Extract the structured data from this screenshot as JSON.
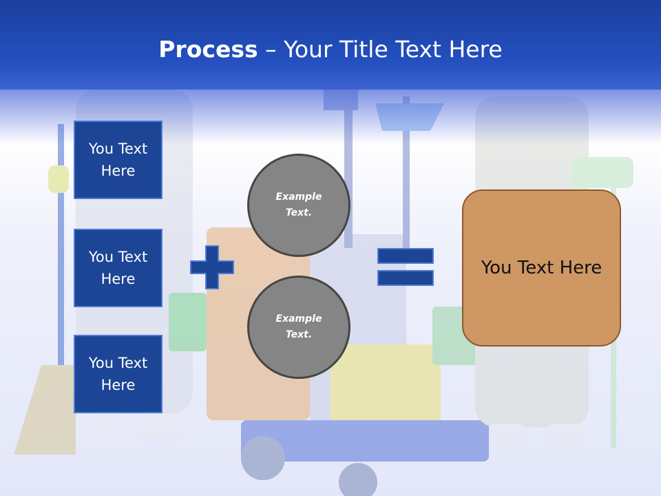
{
  "slide": {
    "title_bold": "Process",
    "title_rest": " – Your Title Text Here",
    "left_boxes": [
      "You Text Here",
      "You Text Here",
      "You Text Here"
    ],
    "circles": [
      "Example Text.",
      "Example Text."
    ],
    "result_text": "You Text Here",
    "plus_icon": "plus-icon",
    "equals_icon": "equals-icon",
    "colors": {
      "header_blue": "#1a3f9e",
      "box_fill": "#1d4596",
      "circle_fill": "#858585",
      "result_fill": "#cf9764"
    }
  }
}
